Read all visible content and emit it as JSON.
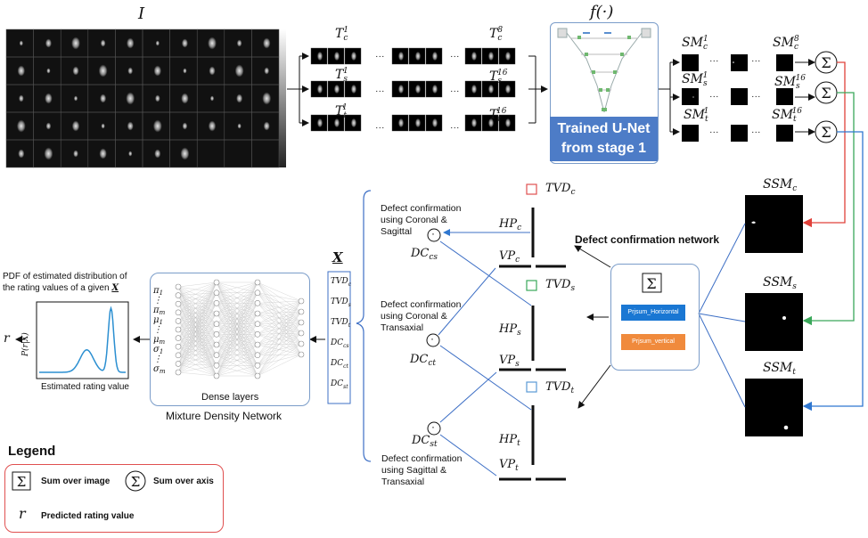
{
  "top": {
    "input_label": "I",
    "function_label": "f(·)",
    "T_c1": {
      "base": "T",
      "sub": "c",
      "sup": "1"
    },
    "T_c8": {
      "base": "T",
      "sub": "c",
      "sup": "8"
    },
    "T_s1": {
      "base": "T",
      "sub": "s",
      "sup": "1"
    },
    "T_s16": {
      "base": "T",
      "sub": "s",
      "sup": "16"
    },
    "T_t1": {
      "base": "T",
      "sub": "t",
      "sup": "1"
    },
    "T_t16": {
      "base": "T",
      "sub": "t",
      "sup": "16"
    },
    "SM_c1": {
      "base": "SM",
      "sub": "c",
      "sup": "1"
    },
    "SM_c8": {
      "base": "SM",
      "sub": "c",
      "sup": "8"
    },
    "SM_s1": {
      "base": "SM",
      "sub": "s",
      "sup": "1"
    },
    "SM_s16": {
      "base": "SM",
      "sub": "s",
      "sup": "16"
    },
    "SM_t1": {
      "base": "SM",
      "sub": "t",
      "sup": "1"
    },
    "SM_t16": {
      "base": "SM",
      "sub": "t",
      "sup": "16"
    },
    "dots": "···",
    "unet_label_line1": "Trained U-Net",
    "unet_label_line2": "from stage 1"
  },
  "ssm": {
    "c": {
      "base": "SSM",
      "sub": "c"
    },
    "s": {
      "base": "SSM",
      "sub": "s"
    },
    "t": {
      "base": "SSM",
      "sub": "t"
    }
  },
  "dcn": {
    "title": "Defect confirmation network",
    "sum_symbol": "Σ",
    "btn_horizontal": "Prjsum_Horizontal",
    "btn_vertical": "Prjsum_vertical"
  },
  "confirm": {
    "cs_text_1": "Defect confirmation",
    "cs_text_2": "using Coronal &",
    "cs_text_3": "Sagittal",
    "ct_text_1": "Defect confirmation",
    "ct_text_2": "using Coronal &",
    "ct_text_3": "Transaxial",
    "st_text_1": "Defect confirmation",
    "st_text_2": "using Sagittal &",
    "st_text_3": "Transaxial",
    "dot": "·",
    "DC_cs": {
      "base": "DC",
      "sub": "cs"
    },
    "DC_ct": {
      "base": "DC",
      "sub": "ct"
    },
    "DC_st": {
      "base": "DC",
      "sub": "st"
    },
    "TVD_c": {
      "base": "TVD",
      "sub": "c"
    },
    "TVD_s": {
      "base": "TVD",
      "sub": "s"
    },
    "TVD_t": {
      "base": "TVD",
      "sub": "t"
    },
    "HP_c": {
      "base": "HP",
      "sub": "c"
    },
    "VP_c": {
      "base": "VP",
      "sub": "c"
    },
    "HP_s": {
      "base": "HP",
      "sub": "s"
    },
    "VP_s": {
      "base": "VP",
      "sub": "s"
    },
    "HP_t": {
      "base": "HP",
      "sub": "t"
    },
    "VP_t": {
      "base": "VP",
      "sub": "t"
    }
  },
  "features": {
    "X_label": "X",
    "items": [
      "TVDc",
      "TVDs",
      "TVDt",
      "DCcs",
      "DCct",
      "DCst"
    ]
  },
  "mdn": {
    "inputs": [
      "π1",
      "⋮",
      "πm",
      "μ1",
      "⋮",
      "μm",
      "σ1",
      "⋮",
      "σm"
    ],
    "dense_label": "Dense layers",
    "title": "Mixture Density Network"
  },
  "pdf": {
    "title_line1": "PDF of estimated distribution of",
    "title_line2": "the rating values of a given X",
    "ylabel": "P(r|X)",
    "xlabel": "Estimated rating value",
    "r_label": "r",
    "curve_color": "#2b8fd1"
  },
  "legend": {
    "title": "Legend",
    "sum_image": "Sum over image",
    "sum_axis": "Sum over axis",
    "rating": "Predicted rating value",
    "r_symbol": "r",
    "sigma": "Σ"
  },
  "colors": {
    "arrow_red": "#e0413a",
    "arrow_green": "#3aa85a",
    "arrow_blue": "#2f77d0",
    "line_blue": "#3d6fc5",
    "unet_fill": "#4d7cc7",
    "prjsum_h": "#1a77d3",
    "prjsum_v": "#f08a3c"
  }
}
